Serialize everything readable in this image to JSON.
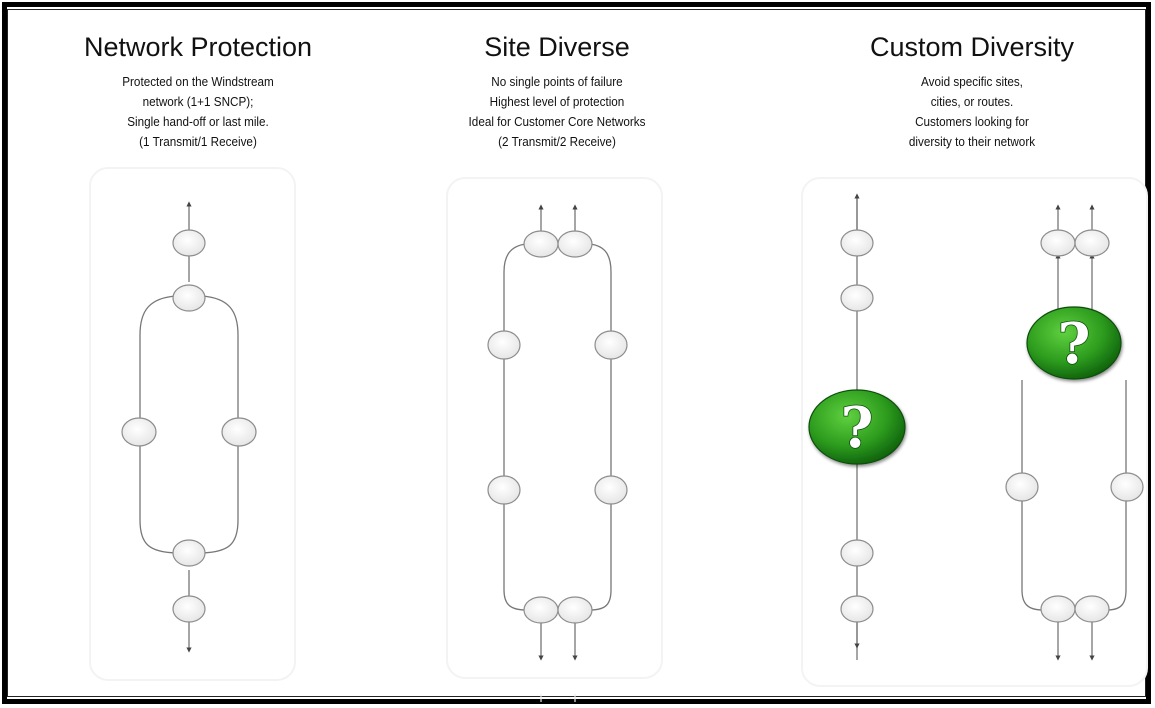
{
  "columns": [
    {
      "title": "Network Protection",
      "lines": [
        "Protected on the Windstream",
        "network (1+1 SNCP);",
        "Single hand-off or last mile.",
        "(1 Transmit/1 Receive)"
      ]
    },
    {
      "title": "Site Diverse",
      "lines": [
        "No single points of failure",
        "Highest level of protection",
        "Ideal for Customer Core Networks",
        "(2 Transmit/2 Receive)"
      ]
    },
    {
      "title": "Custom Diversity",
      "lines": [
        "Avoid specific sites,",
        "cities, or routes.",
        "Customers looking for",
        "diversity to their network"
      ]
    }
  ],
  "unknown_marker": "?",
  "colors": {
    "frame": "#000000",
    "node_fill": "#f2f2f2",
    "node_stroke": "#8c8c8c",
    "line": "#777777",
    "question_green": "#2f9e1f",
    "question_green_dark": "#0c5c0a"
  }
}
